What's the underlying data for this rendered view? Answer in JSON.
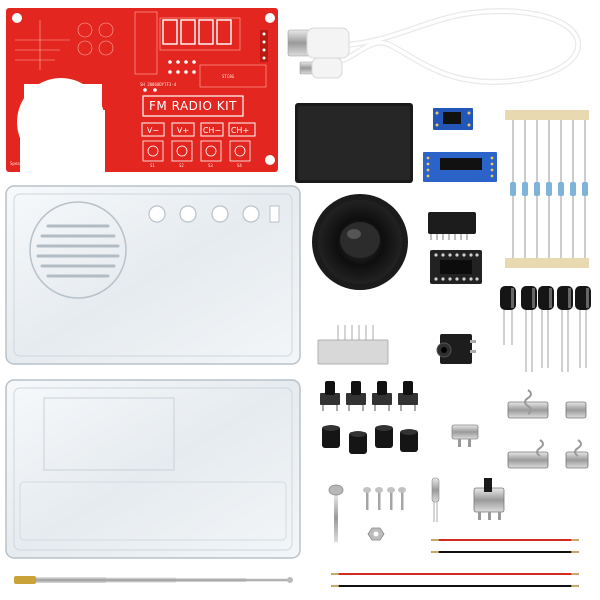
{
  "image": {
    "pcb": {
      "title": "FM RADIO KIT",
      "buttons": [
        "V−",
        "V+",
        "CH−",
        "CH+"
      ],
      "switch_labels": [
        "S1",
        "S2",
        "S3",
        "S4"
      ]
    }
  }
}
